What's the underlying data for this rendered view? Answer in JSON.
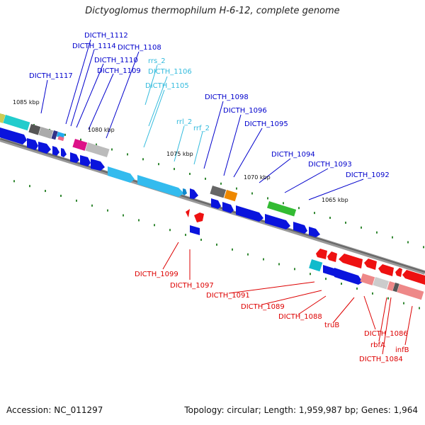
{
  "title": "Dictyoglomus thermophilum H-6-12, complete genome",
  "footer": {
    "accession_label": "Accession:",
    "accession": "NC_011297",
    "topology_text": "Topology: circular; Length: 1,959,987 bp; Genes: 1,964"
  },
  "colors": {
    "forward_label": "#0000cc",
    "reverse_label": "#dd0000",
    "rna_label": "#33bbdd",
    "backbone": "#808080",
    "tick": "#338833"
  },
  "kbp_labels": [
    "1085 kbp",
    "1080 kbp",
    "1075 kbp",
    "1070 kbp",
    "1065 kbp"
  ],
  "forward_labels": [
    "DICTH_1112",
    "DICTH_1114",
    "DICTH_1108",
    "DICTH_1110",
    "DICTH_1109",
    "DICTH_1117",
    "DICTH_1098",
    "DICTH_1096",
    "DICTH_1095",
    "DICTH_1094",
    "DICTH_1093",
    "DICTH_1092"
  ],
  "rna_labels": [
    "rrs_2",
    "DICTH_1106",
    "DICTH_1105",
    "rrl_2",
    "rrf_2"
  ],
  "reverse_labels": [
    "DICTH_1099",
    "DICTH_1097",
    "DICTH_1091",
    "DICTH_1089",
    "DICTH_1088",
    "truB",
    "DICTH_1086",
    "rbfA",
    "infB",
    "DICTH_1084"
  ]
}
